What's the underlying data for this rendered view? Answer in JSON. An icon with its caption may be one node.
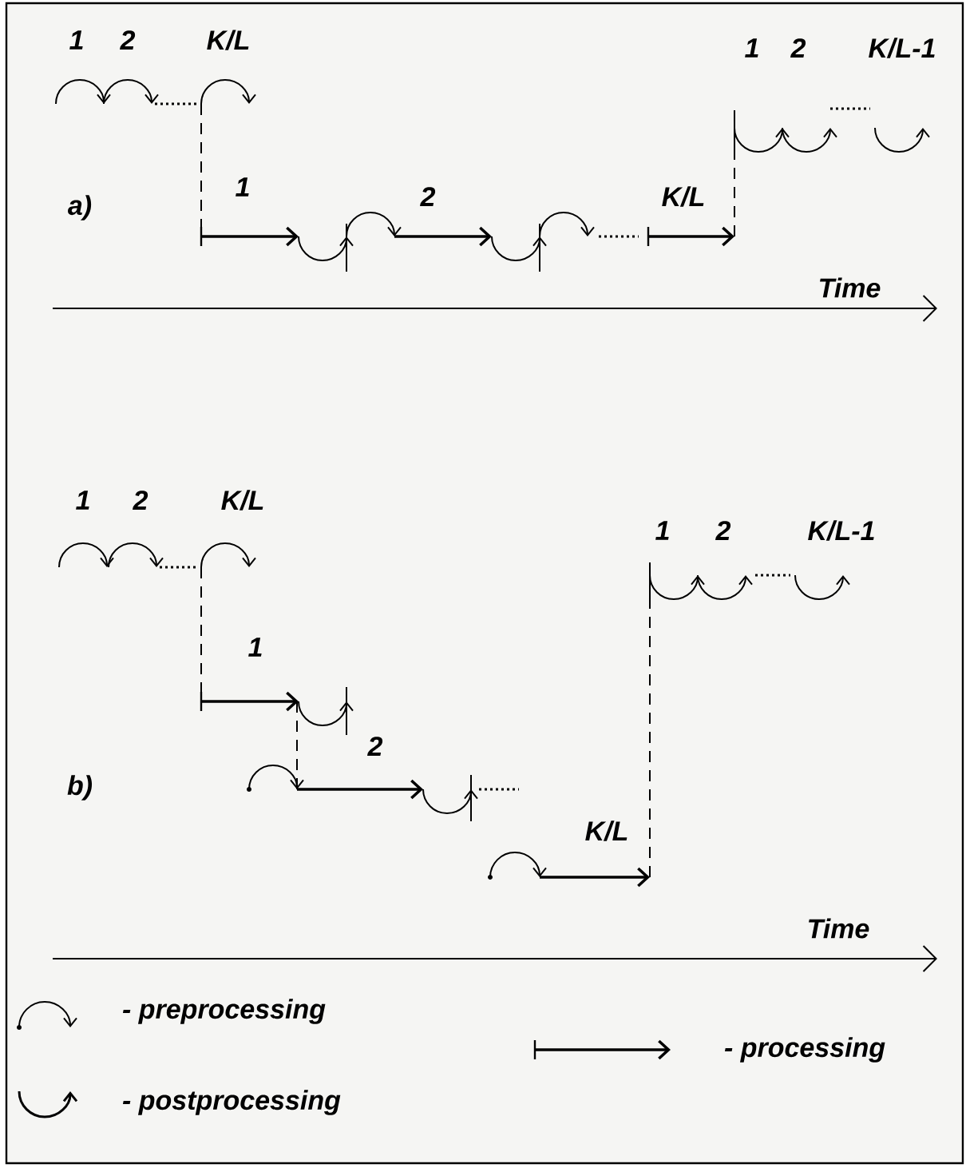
{
  "diagram": {
    "labels": [
      "1",
      "2",
      "K/L",
      "1",
      "2",
      "K/L-1",
      "1",
      "2",
      "K/L",
      "a)",
      "Time",
      "1",
      "2",
      "K/L",
      "1",
      "2",
      "K/L-1",
      "1",
      "2",
      "b)",
      "K/L",
      "Time"
    ],
    "legend": [
      {
        "text": "- preprocessing"
      },
      {
        "text": "- postprocessing"
      },
      {
        "text": "- processing"
      }
    ]
  }
}
